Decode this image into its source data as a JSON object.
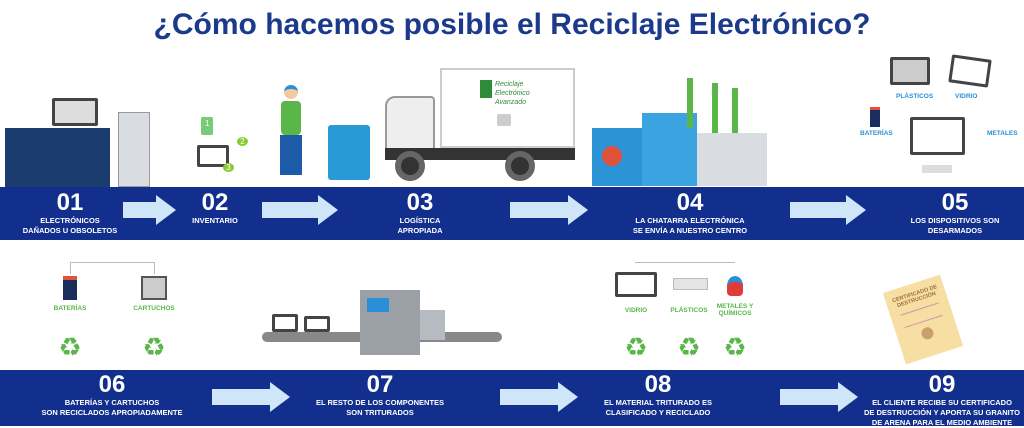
{
  "title": "¿Cómo hacemos posible el Reciclaje Electrónico?",
  "truck_label": [
    "Reciclaje",
    "Electrónico",
    "Avanzado"
  ],
  "steps": [
    {
      "num": "01",
      "desc": [
        "Electrónicos",
        "dañados u obsoletos"
      ]
    },
    {
      "num": "02",
      "desc": [
        "Inventario"
      ]
    },
    {
      "num": "03",
      "desc": [
        "Logística",
        "apropiada"
      ]
    },
    {
      "num": "04",
      "desc": [
        "La chatarra electrónica",
        "se envía a nuestro centro"
      ]
    },
    {
      "num": "05",
      "desc": [
        "Los dispositivos son",
        "desarmados"
      ]
    },
    {
      "num": "06",
      "desc": [
        "Baterías y cartuchos",
        "son reciclados apropiadamente"
      ]
    },
    {
      "num": "07",
      "desc": [
        "El resto de los componentes",
        "son triturados"
      ]
    },
    {
      "num": "08",
      "desc": [
        "El material triturado es",
        "clasificado y reciclado"
      ]
    },
    {
      "num": "09",
      "desc": [
        "El cliente recibe su certificado",
        "de destrucción y aporta su granito",
        "de arena para el medio ambiente"
      ]
    }
  ],
  "inventory_markers": [
    "1",
    "2",
    "3"
  ],
  "disassembly_labels": {
    "plastics": "PLÁSTICOS",
    "glass": "VIDRIO",
    "batteries": "BATERÍAS",
    "metals": "METALES"
  },
  "step6_labels": {
    "batteries": "BATERÍAS",
    "cartridges": "CARTUCHOS"
  },
  "step8_labels": {
    "glass": "VIDRIO",
    "plastics": "PLÁSTICOS",
    "metals": "METALES Y QUÍMICOS"
  },
  "certificate": [
    "CERTIFICADO DE",
    "DESTRUCCIÓN"
  ],
  "recycle_symbol": "♻",
  "colors": {
    "title": "#1b3a8c",
    "band": "#132f8e",
    "arrow": "#cfe6f8",
    "green": "#5bb64a",
    "blue": "#2a8fd6"
  }
}
